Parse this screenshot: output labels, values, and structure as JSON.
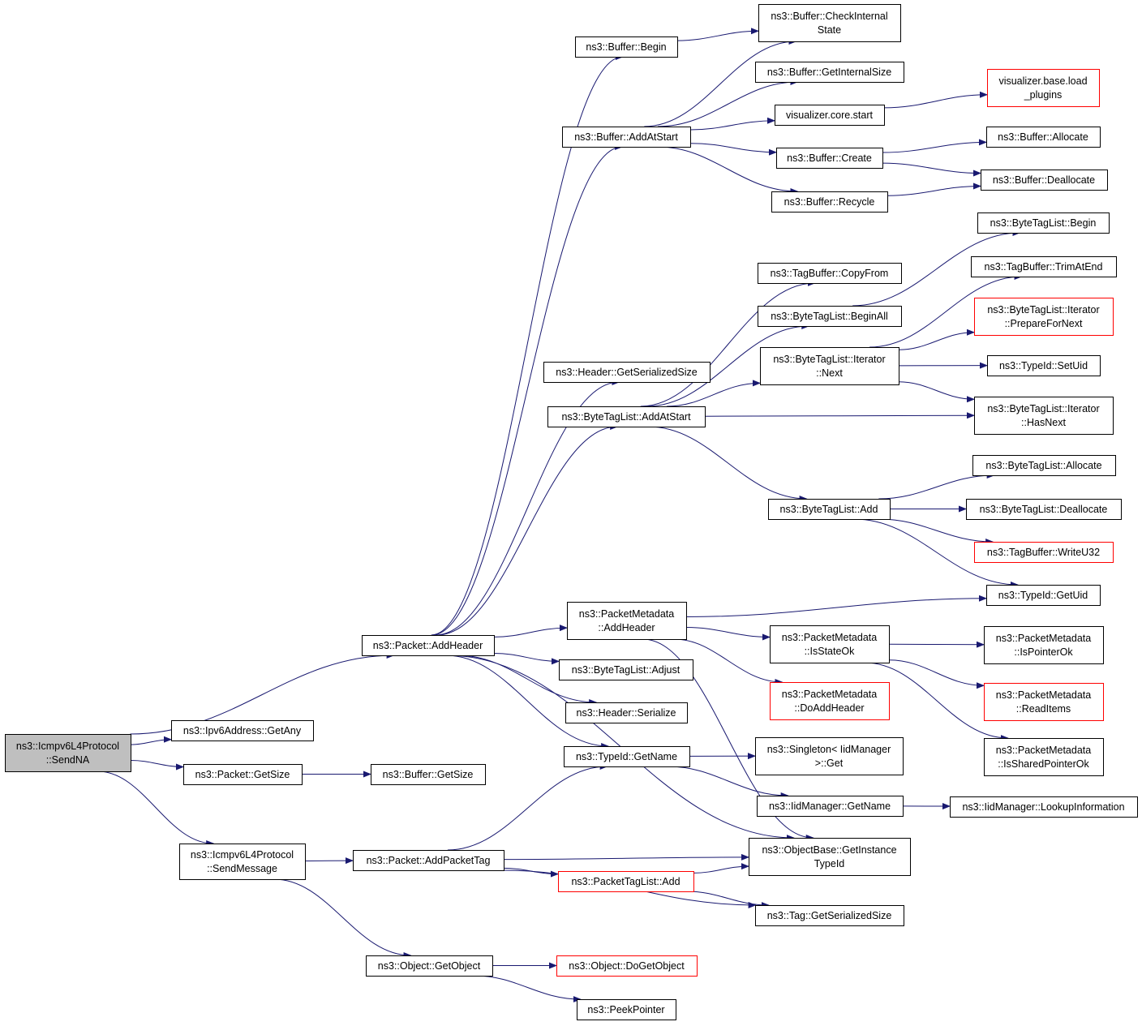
{
  "graph": {
    "colors": {
      "edge": "#191970",
      "border": "#000000",
      "truncated_border": "#ff0000",
      "root_fill": "#bfbfbf",
      "fill": "#ffffff"
    },
    "root": "sendna",
    "nodes": [
      {
        "id": "sendna",
        "lines": [
          "ns3::Icmpv6L4Protocol",
          "::SendNA"
        ],
        "style": "root"
      },
      {
        "id": "addheader",
        "lines": [
          "ns3::Packet::AddHeader"
        ]
      },
      {
        "id": "ipv6any",
        "lines": [
          "ns3::Ipv6Address::GetAny"
        ]
      },
      {
        "id": "pktsize",
        "lines": [
          "ns3::Packet::GetSize"
        ]
      },
      {
        "id": "sendmsg",
        "lines": [
          "ns3::Icmpv6L4Protocol",
          "::SendMessage"
        ]
      },
      {
        "id": "bufbegin",
        "lines": [
          "ns3::Buffer::Begin"
        ]
      },
      {
        "id": "bufaddatstart",
        "lines": [
          "ns3::Buffer::AddAtStart"
        ]
      },
      {
        "id": "hdrsersize",
        "lines": [
          "ns3::Header::GetSerializedSize"
        ]
      },
      {
        "id": "btladdatstart",
        "lines": [
          "ns3::ByteTagList::AddAtStart"
        ]
      },
      {
        "id": "pmaddheader",
        "lines": [
          "ns3::PacketMetadata",
          "::AddHeader"
        ]
      },
      {
        "id": "btladjust",
        "lines": [
          "ns3::ByteTagList::Adjust"
        ]
      },
      {
        "id": "hdrserialize",
        "lines": [
          "ns3::Header::Serialize"
        ]
      },
      {
        "id": "tidgetname",
        "lines": [
          "ns3::TypeId::GetName"
        ]
      },
      {
        "id": "bufgetsize",
        "lines": [
          "ns3::Buffer::GetSize"
        ]
      },
      {
        "id": "addpkttag",
        "lines": [
          "ns3::Packet::AddPacketTag"
        ]
      },
      {
        "id": "getobject",
        "lines": [
          "ns3::Object::GetObject"
        ]
      },
      {
        "id": "bufcheck",
        "lines": [
          "ns3::Buffer::CheckInternal",
          "State"
        ]
      },
      {
        "id": "bufinternalsize",
        "lines": [
          "ns3::Buffer::GetInternalSize"
        ]
      },
      {
        "id": "vizstart",
        "lines": [
          "visualizer.core.start"
        ]
      },
      {
        "id": "bufcreate",
        "lines": [
          "ns3::Buffer::Create"
        ]
      },
      {
        "id": "bufrecycle",
        "lines": [
          "ns3::Buffer::Recycle"
        ]
      },
      {
        "id": "tbcopyfrom",
        "lines": [
          "ns3::TagBuffer::CopyFrom"
        ]
      },
      {
        "id": "btlbeginall",
        "lines": [
          "ns3::ByteTagList::BeginAll"
        ]
      },
      {
        "id": "btlitnext",
        "lines": [
          "ns3::ByteTagList::Iterator",
          "::Next"
        ]
      },
      {
        "id": "btladd",
        "lines": [
          "ns3::ByteTagList::Add"
        ]
      },
      {
        "id": "pmisstateok",
        "lines": [
          "ns3::PacketMetadata",
          "::IsStateOk"
        ]
      },
      {
        "id": "pmdoaddheader",
        "lines": [
          "ns3::PacketMetadata",
          "::DoAddHeader"
        ],
        "style": "red"
      },
      {
        "id": "singletonget",
        "lines": [
          "ns3::Singleton< IidManager",
          ">::Get"
        ]
      },
      {
        "id": "iidgetname",
        "lines": [
          "ns3::IidManager::GetName"
        ]
      },
      {
        "id": "objbasetypeid",
        "lines": [
          "ns3::ObjectBase::GetInstance",
          "TypeId"
        ]
      },
      {
        "id": "ptladd",
        "lines": [
          "ns3::PacketTagList::Add"
        ],
        "style": "red"
      },
      {
        "id": "tagsersize",
        "lines": [
          "ns3::Tag::GetSerializedSize"
        ]
      },
      {
        "id": "objdogetobject",
        "lines": [
          "ns3::Object::DoGetObject"
        ],
        "style": "red"
      },
      {
        "id": "peekpointer",
        "lines": [
          "ns3::PeekPointer"
        ]
      },
      {
        "id": "vizloadplugins",
        "lines": [
          "visualizer.base.load",
          "_plugins"
        ],
        "style": "red"
      },
      {
        "id": "bufallocate",
        "lines": [
          "ns3::Buffer::Allocate"
        ]
      },
      {
        "id": "bufdeallocate",
        "lines": [
          "ns3::Buffer::Deallocate"
        ]
      },
      {
        "id": "btlbegin",
        "lines": [
          "ns3::ByteTagList::Begin"
        ]
      },
      {
        "id": "tbtrimatend",
        "lines": [
          "ns3::TagBuffer::TrimAtEnd"
        ]
      },
      {
        "id": "btlitprepare",
        "lines": [
          "ns3::ByteTagList::Iterator",
          "::PrepareForNext"
        ],
        "style": "red"
      },
      {
        "id": "tidsetuid",
        "lines": [
          "ns3::TypeId::SetUid"
        ]
      },
      {
        "id": "btlithasnext",
        "lines": [
          "ns3::ByteTagList::Iterator",
          "::HasNext"
        ]
      },
      {
        "id": "btlallocate",
        "lines": [
          "ns3::ByteTagList::Allocate"
        ]
      },
      {
        "id": "btldeallocate",
        "lines": [
          "ns3::ByteTagList::Deallocate"
        ]
      },
      {
        "id": "tbwriteu32",
        "lines": [
          "ns3::TagBuffer::WriteU32"
        ],
        "style": "red"
      },
      {
        "id": "tidgetuid",
        "lines": [
          "ns3::TypeId::GetUid"
        ]
      },
      {
        "id": "pmispointerok",
        "lines": [
          "ns3::PacketMetadata",
          "::IsPointerOk"
        ]
      },
      {
        "id": "pmreaditems",
        "lines": [
          "ns3::PacketMetadata",
          "::ReadItems"
        ],
        "style": "red"
      },
      {
        "id": "pmissharedok",
        "lines": [
          "ns3::PacketMetadata",
          "::IsSharedPointerOk"
        ]
      },
      {
        "id": "iidlookup",
        "lines": [
          "ns3::IidManager::LookupInformation"
        ]
      }
    ],
    "edges": [
      [
        "sendna",
        "addheader"
      ],
      [
        "sendna",
        "ipv6any"
      ],
      [
        "sendna",
        "pktsize"
      ],
      [
        "sendna",
        "sendmsg"
      ],
      [
        "addheader",
        "bufbegin"
      ],
      [
        "addheader",
        "bufaddatstart"
      ],
      [
        "addheader",
        "hdrsersize"
      ],
      [
        "addheader",
        "btladdatstart"
      ],
      [
        "addheader",
        "pmaddheader"
      ],
      [
        "addheader",
        "btladjust"
      ],
      [
        "addheader",
        "hdrserialize"
      ],
      [
        "addheader",
        "tidgetname"
      ],
      [
        "addheader",
        "objbasetypeid"
      ],
      [
        "pktsize",
        "bufgetsize"
      ],
      [
        "sendmsg",
        "addpkttag"
      ],
      [
        "sendmsg",
        "getobject"
      ],
      [
        "bufbegin",
        "bufcheck"
      ],
      [
        "bufaddatstart",
        "bufcheck"
      ],
      [
        "bufaddatstart",
        "bufinternalsize"
      ],
      [
        "bufaddatstart",
        "vizstart"
      ],
      [
        "bufaddatstart",
        "bufcreate"
      ],
      [
        "bufaddatstart",
        "bufrecycle"
      ],
      [
        "btladdatstart",
        "tbcopyfrom"
      ],
      [
        "btladdatstart",
        "btlbeginall"
      ],
      [
        "btladdatstart",
        "btlitnext"
      ],
      [
        "btladdatstart",
        "btlithasnext"
      ],
      [
        "btladdatstart",
        "btladd"
      ],
      [
        "pmaddheader",
        "tidgetuid"
      ],
      [
        "pmaddheader",
        "pmisstateok"
      ],
      [
        "pmaddheader",
        "pmdoaddheader"
      ],
      [
        "pmaddheader",
        "objbasetypeid"
      ],
      [
        "tidgetname",
        "singletonget"
      ],
      [
        "tidgetname",
        "iidgetname"
      ],
      [
        "addpkttag",
        "tidgetname"
      ],
      [
        "addpkttag",
        "objbasetypeid"
      ],
      [
        "addpkttag",
        "ptladd"
      ],
      [
        "addpkttag",
        "tagsersize"
      ],
      [
        "getobject",
        "objdogetobject"
      ],
      [
        "getobject",
        "peekpointer"
      ],
      [
        "vizstart",
        "vizloadplugins"
      ],
      [
        "bufcreate",
        "bufallocate"
      ],
      [
        "bufcreate",
        "bufdeallocate"
      ],
      [
        "bufrecycle",
        "bufdeallocate"
      ],
      [
        "btlbeginall",
        "btlbegin"
      ],
      [
        "btlitnext",
        "tbtrimatend"
      ],
      [
        "btlitnext",
        "btlitprepare"
      ],
      [
        "btlitnext",
        "tidsetuid"
      ],
      [
        "btlitnext",
        "btlithasnext"
      ],
      [
        "btladd",
        "btlallocate"
      ],
      [
        "btladd",
        "btldeallocate"
      ],
      [
        "btladd",
        "tbwriteu32"
      ],
      [
        "btladd",
        "tidgetuid"
      ],
      [
        "pmisstateok",
        "pmispointerok"
      ],
      [
        "pmisstateok",
        "pmreaditems"
      ],
      [
        "pmisstateok",
        "pmissharedok"
      ],
      [
        "iidgetname",
        "iidlookup"
      ],
      [
        "ptladd",
        "objbasetypeid"
      ],
      [
        "ptladd",
        "tagsersize"
      ]
    ]
  }
}
